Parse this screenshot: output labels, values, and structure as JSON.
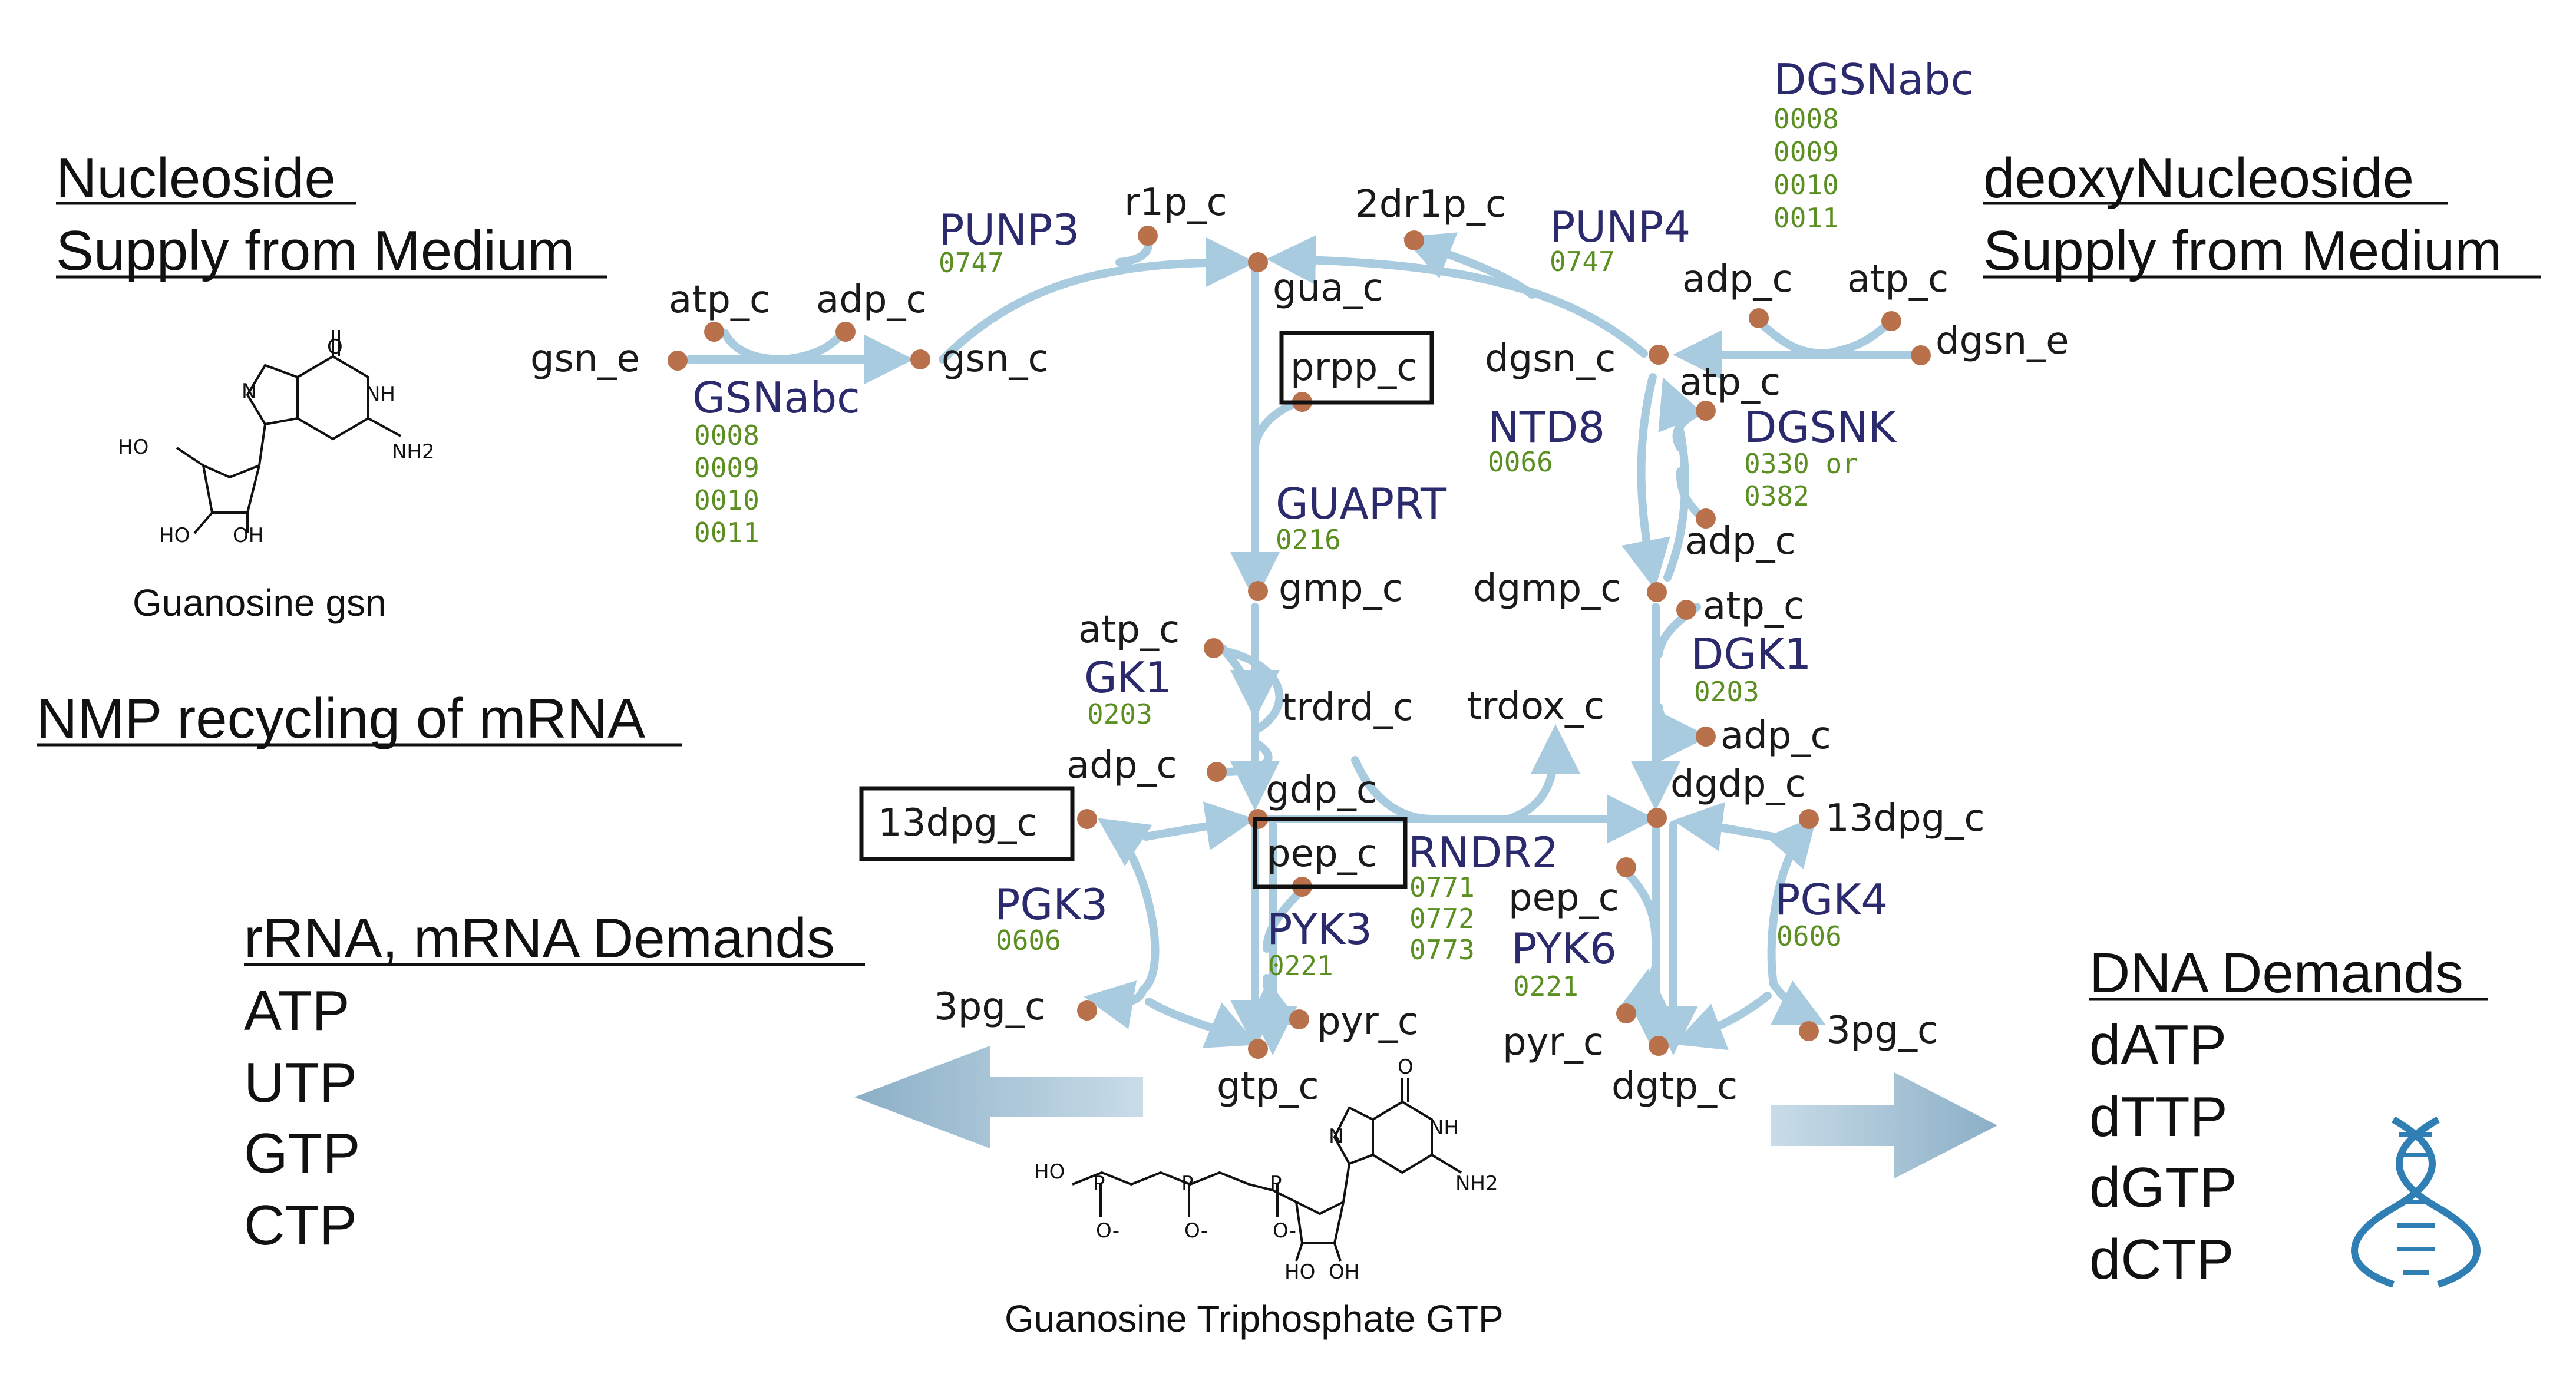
{
  "side_texts": {
    "nucleoside_line1": "Nucleoside",
    "nucleoside_line2": "Supply from Medium",
    "deoxy_line1": "deoxyNucleoside",
    "deoxy_line2": "Supply from Medium",
    "nmp_recycling": "NMP recycling of mRNA",
    "rrna_title": "rRNA, mRNA Demands",
    "rrna_items": [
      "ATP",
      "UTP",
      "GTP",
      "CTP"
    ],
    "dna_title": "DNA Demands",
    "dna_items": [
      "dATP",
      "dTTP",
      "dGTP",
      "dCTP"
    ]
  },
  "captions": {
    "guanosine": "Guanosine gsn",
    "gtp": "Guanosine Triphosphate GTP"
  },
  "structure_atoms": {
    "o": "O",
    "nh": "NH",
    "n": "N",
    "nh2": "NH2",
    "ho": "HO",
    "oh": "OH",
    "p": "P",
    "o_minus": "O-"
  },
  "metabolites": {
    "gsn_e": "gsn_e",
    "atp_c_1": "atp_c",
    "adp_c_1": "adp_c",
    "gsn_c": "gsn_c",
    "r1p_c": "r1p_c",
    "gua_c": "gua_c",
    "dr1p_c": "2dr1p_c",
    "prpp_c": "prpp_c",
    "dgsn_c": "dgsn_c",
    "adp_c_2": "adp_c",
    "atp_c_2": "atp_c",
    "dgsn_e": "dgsn_e",
    "atp_c_3": "atp_c",
    "adp_c_3": "adp_c",
    "gmp_c": "gmp_c",
    "dgmp_c": "dgmp_c",
    "atp_c_4": "atp_c",
    "atp_c_5": "atp_c",
    "adp_c_4": "adp_c",
    "adp_c_5": "adp_c",
    "trdrd_c": "trdrd_c",
    "trdox_c": "trdox_c",
    "gdp_c": "gdp_c",
    "dgdp_c": "dgdp_c",
    "dpg_left": "13dpg_c",
    "dpg_right": "13dpg_c",
    "pep_c_1": "pep_c",
    "pep_c_2": "pep_c",
    "pg_left": "3pg_c",
    "pg_right": "3pg_c",
    "pyr_c_1": "pyr_c",
    "pyr_c_2": "pyr_c",
    "gtp_c": "gtp_c",
    "dgtp_c": "dgtp_c"
  },
  "enzymes": {
    "punp3": {
      "name": "PUNP3",
      "genes": "0747"
    },
    "punp4": {
      "name": "PUNP4",
      "genes": "0747"
    },
    "dgsnabc": {
      "name": "DGSNabc",
      "genes": [
        "0008",
        "0009",
        "0010",
        "0011"
      ]
    },
    "gsnabc": {
      "name": "GSNabc",
      "genes": [
        "0008",
        "0009",
        "0010",
        "0011"
      ]
    },
    "ntd8": {
      "name": "NTD8",
      "genes": "0066"
    },
    "dgsnk": {
      "name": "DGSNK",
      "genes": [
        "0330 or",
        "0382"
      ]
    },
    "guaprt": {
      "name": "GUAPRT",
      "genes": "0216"
    },
    "gk1": {
      "name": "GK1",
      "genes": "0203"
    },
    "dgk1": {
      "name": "DGK1",
      "genes": "0203"
    },
    "rndr2": {
      "name": "RNDR2",
      "genes": [
        "0771",
        "0772",
        "0773"
      ]
    },
    "pgk3": {
      "name": "PGK3",
      "genes": "0606"
    },
    "pyk3": {
      "name": "PYK3",
      "genes": "0221"
    },
    "pyk6": {
      "name": "PYK6",
      "genes": "0221"
    },
    "pgk4": {
      "name": "PGK4",
      "genes": "0606"
    }
  },
  "colors": {
    "edge": "#a9cbe0",
    "node": "#b8714a",
    "enzyme_text": "#2a2a6c",
    "gene_text": "#5b8f22",
    "arrow_fill": "#7ea6c0",
    "dna_helix": "#2f7fb5"
  },
  "icons": [
    "guanosine-structure",
    "gtp-structure",
    "left-big-arrow",
    "right-big-arrow",
    "dna-helix-icon"
  ]
}
